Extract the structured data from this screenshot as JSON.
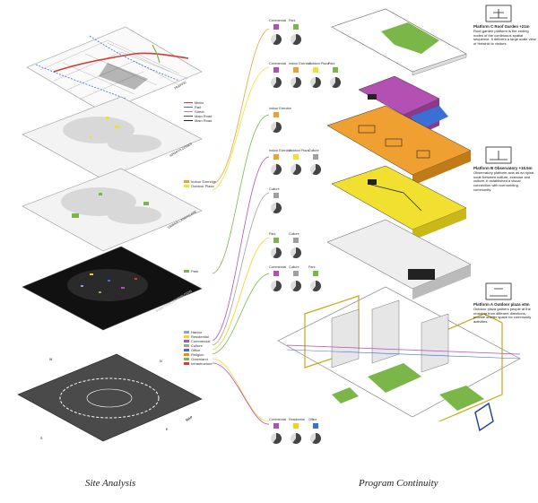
{
  "captions": {
    "left": "Site Analysis",
    "right": "Program Continuity"
  },
  "layer_labels": [
    "TRAFFIC",
    "SPORTS ZONES",
    "URBAN LANDSCAPE",
    "FUNCTION DISTRIBUTION",
    "MAP"
  ],
  "traffic_legend": [
    "Metro",
    "Rail",
    "Street",
    "Main Road",
    "Main Road"
  ],
  "sports_legend": [
    {
      "label": "Indoor Exercise",
      "color": "#f0a030"
    },
    {
      "label": "Outdoor Plaza",
      "color": "#f2e030"
    }
  ],
  "landscape_legend": [
    {
      "label": "Park",
      "color": "#7ab648"
    }
  ],
  "function_legend": [
    {
      "label": "Harbor",
      "color": "#8aa0d8"
    },
    {
      "label": "Residential",
      "color": "#f2d21e"
    },
    {
      "label": "Commercial",
      "color": "#b44fb4"
    },
    {
      "label": "Culture",
      "color": "#a0a0a0"
    },
    {
      "label": "Office",
      "color": "#3b6fd6"
    },
    {
      "label": "Religion",
      "color": "#e88a2a"
    },
    {
      "label": "Greenland",
      "color": "#7ab648"
    },
    {
      "label": "Infrastructure",
      "color": "#d43a3a"
    }
  ],
  "compass": [
    "W",
    "N",
    "S",
    "E"
  ],
  "pie_groups": [
    {
      "labels": [
        "Commercial",
        "Park"
      ],
      "colors": [
        "#b44fb4",
        "#7ab648"
      ]
    },
    {
      "labels": [
        "Commercial",
        "Indoor Exercise",
        "Outdoor Plaza",
        "Park"
      ],
      "colors": [
        "#b44fb4",
        "#f0a030",
        "#f2e030",
        "#7ab648"
      ]
    },
    {
      "labels": [
        "Indoor Exercise"
      ],
      "colors": [
        "#f0a030"
      ]
    },
    {
      "labels": [
        "Indoor Exercise",
        "Outdoor Plaza",
        "Culture"
      ],
      "colors": [
        "#f0a030",
        "#f2e030",
        "#a0a0a0"
      ]
    },
    {
      "labels": [
        "Culture"
      ],
      "colors": [
        "#a0a0a0"
      ]
    },
    {
      "labels": [
        "Park",
        "Culture"
      ],
      "colors": [
        "#7ab648",
        "#a0a0a0"
      ]
    },
    {
      "labels": [
        "Commercial",
        "Culture",
        "Park"
      ],
      "colors": [
        "#b44fb4",
        "#a0a0a0",
        "#7ab648"
      ]
    },
    {
      "labels": [
        "Commercial",
        "Residential",
        "Office"
      ],
      "colors": [
        "#b44fb4",
        "#f2d21e",
        "#3b6fd6"
      ]
    }
  ],
  "platform_notes": [
    {
      "title": "Platform C Roof Garden +21m",
      "body": "Roof-garden platform is the ending nodes of the continuous spatial sequence. It delivers a large scale view of Helsinki to visitors."
    },
    {
      "title": "Platform B Observatory +15.5m",
      "body": "Observatory platform acts as an spiral node between culture, exercise and culture. It established a visual connection with surrounding community."
    },
    {
      "title": "Platform A Outdoor plaza ±0m",
      "body": "Outdoor plaza gathers people at the crossing from different directions, provide shelter space for community activities."
    }
  ]
}
